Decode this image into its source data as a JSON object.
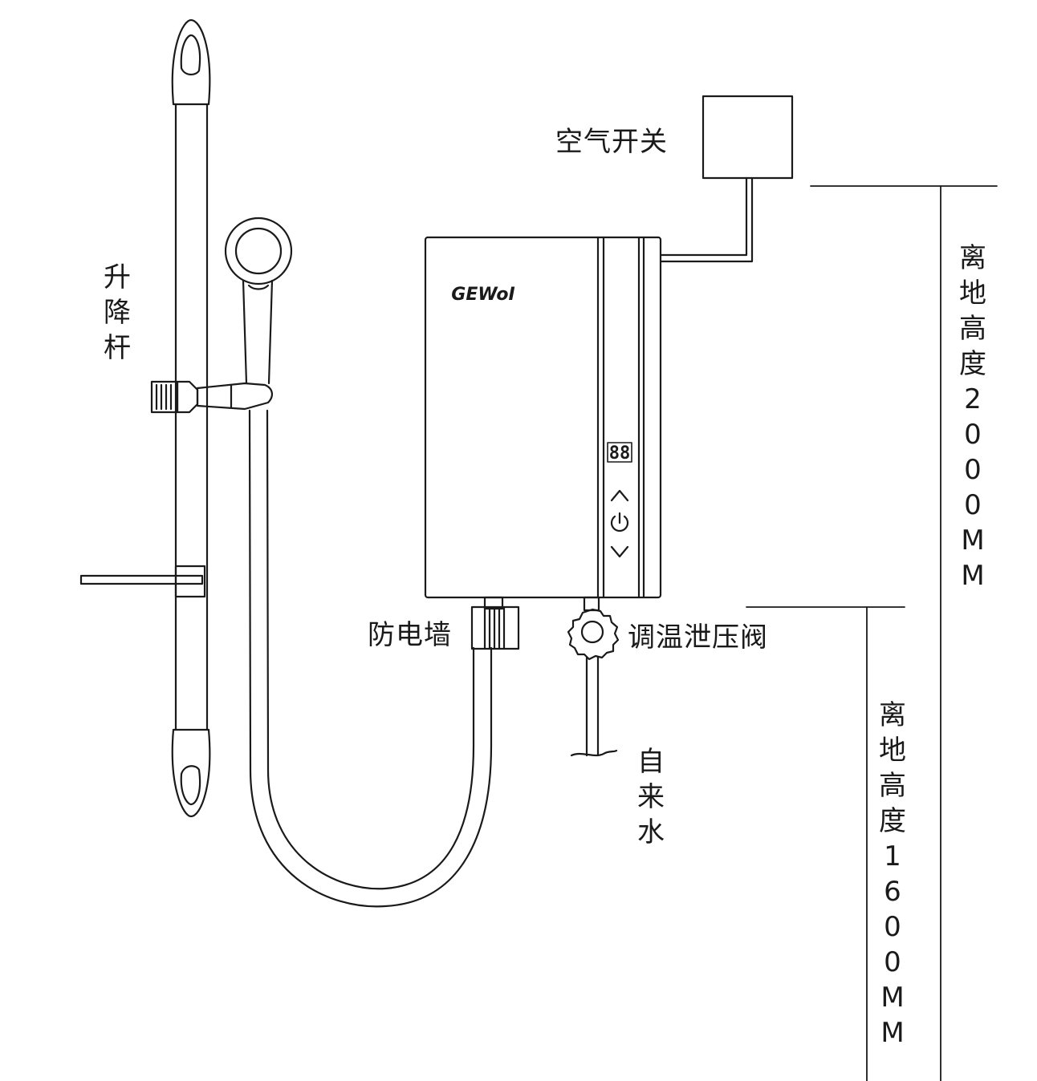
{
  "labels": {
    "air_switch": "空气开关",
    "lifting_rod": "升降杆",
    "anti_electric_wall": "防电墙",
    "temp_valve": "调温泄压阀",
    "tap_water": "自来水",
    "height_2000": "离地高度2000MM",
    "height_1600": "离地高度1600MM"
  },
  "heater": {
    "brand": "GEWoI",
    "display": "88",
    "controls": [
      "^",
      "⏻",
      "v"
    ]
  },
  "colors": {
    "line": "#1a1a1a",
    "background": "#ffffff"
  }
}
